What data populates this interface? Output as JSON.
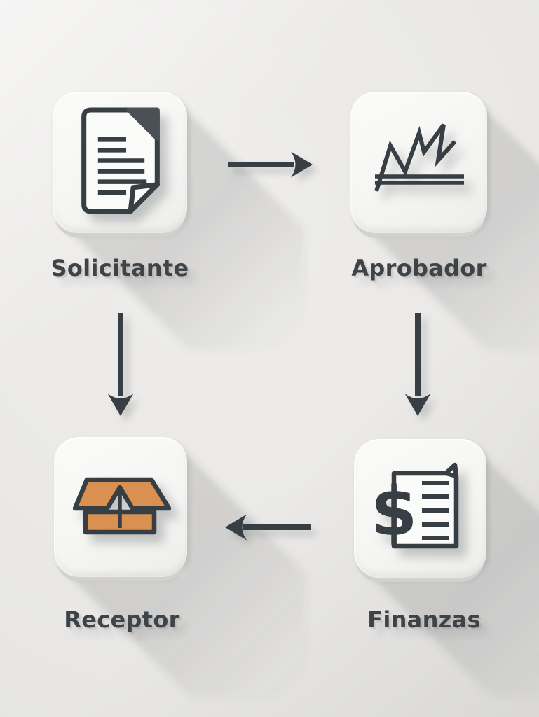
{
  "diagram": {
    "nodes": [
      {
        "id": "solicitante",
        "label": "Solicitante",
        "icon": "document-icon",
        "position": "top-left"
      },
      {
        "id": "aprobador",
        "label": "Aprobador",
        "icon": "line-chart-icon",
        "position": "top-right"
      },
      {
        "id": "receptor",
        "label": "Receptor",
        "icon": "open-box-icon",
        "position": "bottom-left"
      },
      {
        "id": "finanzas",
        "label": "Finanzas",
        "icon": "dollar-document-icon",
        "position": "bottom-right"
      }
    ],
    "flows": [
      {
        "from": "Solicitante",
        "to": "Aprobador",
        "arrow": "right"
      },
      {
        "from": "Solicitante",
        "to": "Receptor",
        "arrow": "down"
      },
      {
        "from": "Aprobador",
        "to": "Finanzas",
        "arrow": "down"
      },
      {
        "from": "Finanzas",
        "to": "Receptor",
        "arrow": "left"
      }
    ],
    "colors": {
      "background": "#e9e8e6",
      "card": "#f6f6f4",
      "ink": "#373e44",
      "box_orange": "#d99050",
      "label_text": "#3e4348"
    },
    "dollar_glyph": "$"
  }
}
